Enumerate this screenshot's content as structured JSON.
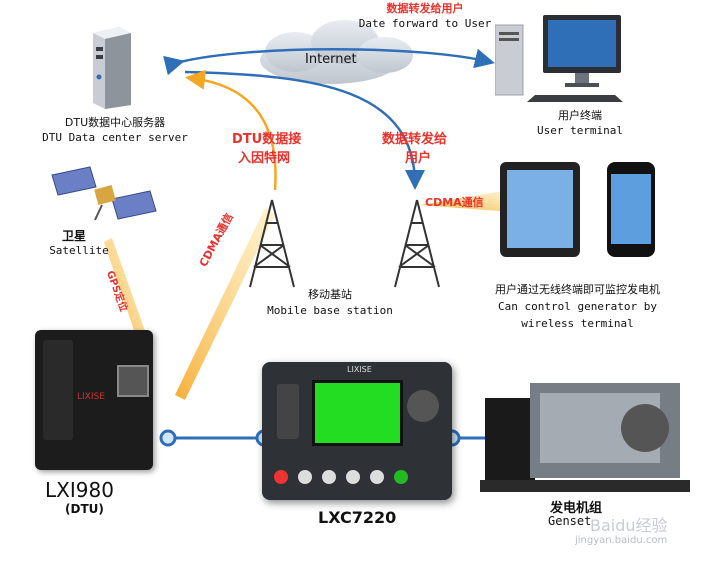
{
  "top_label": {
    "cn": "数据转发给用户",
    "en": "Date forward to User"
  },
  "internet_label": "Internet",
  "server": {
    "cn": "DTU数据中心服务器",
    "en": "DTU Data center server"
  },
  "user_terminal": {
    "cn": "用户终端",
    "en": "User terminal"
  },
  "dtu_access": {
    "line1": "DTU数据接",
    "line2": "入因特网"
  },
  "data_forward": {
    "line1": "数据转发给",
    "line2": "用户"
  },
  "cdma_right": "CDMA通信",
  "cdma_left": "CDMA通信",
  "gps_label": "GPS定位",
  "satellite": {
    "cn": "卫星",
    "en": "Satellite"
  },
  "base_station": {
    "cn": "移动基站",
    "en": "Mobile base station"
  },
  "wireless": {
    "cn": "用户通过无线终端即可监控发电机",
    "en1": "Can control generator by",
    "en2": "wireless terminal"
  },
  "dtu_device": {
    "name": "LXI980",
    "sub": "(DTU)",
    "brand": "LIXISE"
  },
  "controller": {
    "name": "LXC7220",
    "brand": "LIXISE"
  },
  "genset": {
    "cn": "发电机组",
    "en": "Genset"
  },
  "watermark": {
    "brand": "Baidu经验",
    "url": "jingyan.baidu.com"
  },
  "colors": {
    "red": "#e8322c",
    "blue": "#2f6fb8",
    "orange": "#f5a623",
    "screen": "#22dd22"
  }
}
